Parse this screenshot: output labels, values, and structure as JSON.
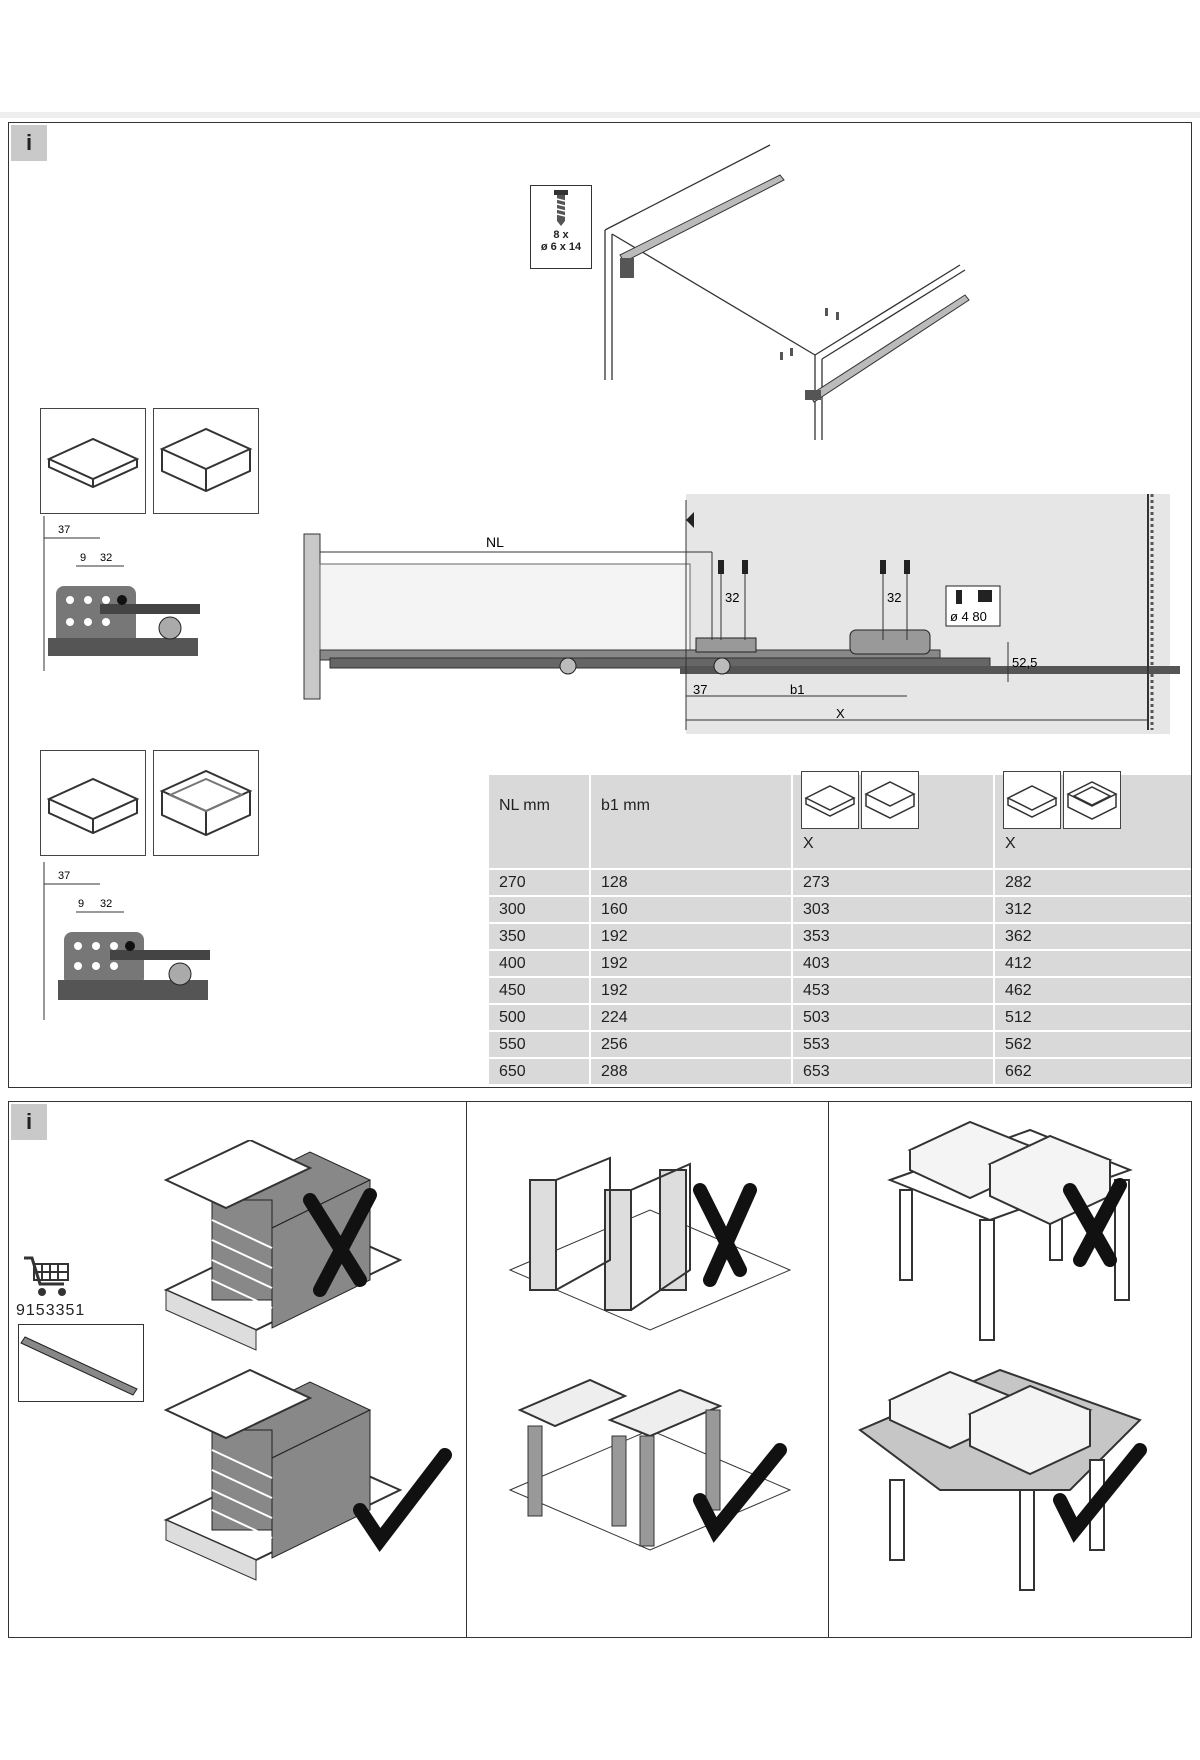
{
  "info_badge_top": "i",
  "info_badge_bottom": "i",
  "screw_pack": {
    "qty": "8 x",
    "size": "ø 6 x 14"
  },
  "drawing": {
    "nl": "NL",
    "dim_32a": "32",
    "dim_32b": "32",
    "dim_52_5": "52,5",
    "dim_37": "37",
    "dim_b1": "b1",
    "dim_x": "X",
    "load": "ø 4 80"
  },
  "detail_top": {
    "d37": "37",
    "d9": "9",
    "d32": "32"
  },
  "detail_bottom": {
    "d37": "37",
    "d9": "9",
    "d32": "32"
  },
  "table": {
    "headers": [
      "NL mm",
      "b1 mm",
      "X",
      "X"
    ],
    "rows": [
      [
        "270",
        "128",
        "273",
        "282"
      ],
      [
        "300",
        "160",
        "303",
        "312"
      ],
      [
        "350",
        "192",
        "353",
        "362"
      ],
      [
        "400",
        "192",
        "403",
        "412"
      ],
      [
        "450",
        "192",
        "453",
        "462"
      ],
      [
        "500",
        "224",
        "503",
        "512"
      ],
      [
        "550",
        "256",
        "553",
        "562"
      ],
      [
        "650",
        "288",
        "653",
        "662"
      ]
    ]
  },
  "article_number": "9153351",
  "icons": [
    "cart-icon",
    "check-icon",
    "cross-icon",
    "info-icon"
  ]
}
